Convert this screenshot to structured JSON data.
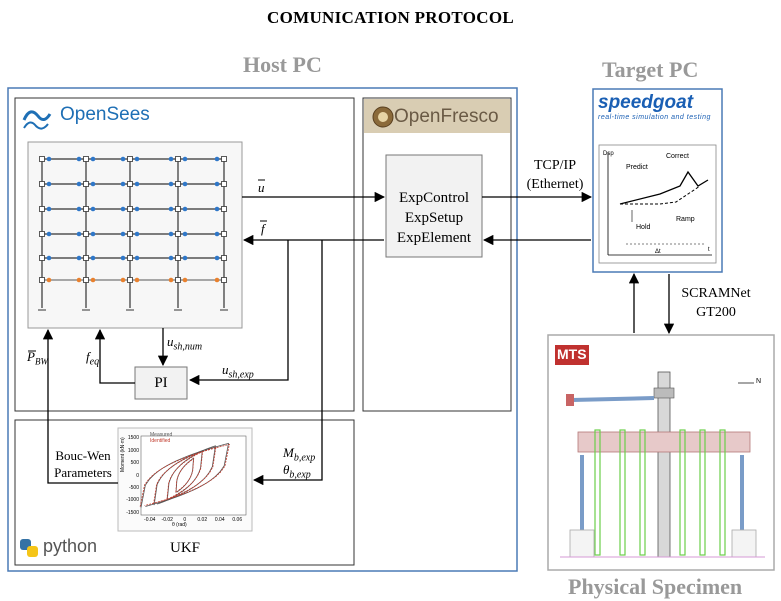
{
  "title": "COMUNICATION PROTOCOL",
  "sections": {
    "host_pc": "Host PC",
    "target_pc": "Target PC",
    "physical_specimen": "Physical Specimen"
  },
  "logos": {
    "opensees": "OpenSees",
    "openfresco": "OpenFresco",
    "speedgoat": "speedgoat",
    "speedgoat_tagline": "real-time simulation and testing",
    "mts": "MTS",
    "python": "python"
  },
  "expcontrol": {
    "line1": "ExpControl",
    "line2": "ExpSetup",
    "line3": "ExpElement"
  },
  "pi_label": "PI",
  "ukf_label": "UKF",
  "bouc_wen": {
    "line1": "Bouc-Wen",
    "line2": "Parameters"
  },
  "connections": {
    "tcpip_line1": "TCP/IP",
    "tcpip_line2": "(Ethernet)",
    "scramnet_line1": "SCRAMNet",
    "scramnet_line2": "GT200"
  },
  "signals": {
    "u_bar": "u",
    "f_bar": "f",
    "u_sh_num": "u",
    "u_sh_num_sub": "sh,num",
    "u_sh_exp": "u",
    "u_sh_exp_sub": "sh,exp",
    "f_eq": "f",
    "f_eq_sub": "eq",
    "p_bw": "P",
    "p_bw_sub": "BW",
    "m_b_exp": "M",
    "m_b_exp_sub": "b,exp",
    "theta_b_exp": "θ",
    "theta_b_exp_sub": "b,exp"
  },
  "target_plot": {
    "ylabel": "Dsp",
    "predict": "Predict",
    "correct": "Correct",
    "hold": "Hold",
    "ramp": "Ramp",
    "xlabel": "Δt",
    "x_end": "t"
  },
  "hysteresis_plot": {
    "ylabel": "Moment (kN·m)",
    "xlabel": "θ (rad)",
    "legend_measured": "Measured",
    "legend_identified": "Identified",
    "yticks": [
      "1500",
      "1000",
      "500",
      "0",
      "-500",
      "-1000",
      "-1500"
    ],
    "xticks": [
      "-0.04",
      "-0.02",
      "0",
      "0.02",
      "0.04",
      "0.06"
    ]
  },
  "specimen": {
    "north": "N"
  },
  "colors": {
    "host_border": "#4a7ab5",
    "opensees_blue": "#1e6fb5",
    "speedgoat_blue": "#1a5fb4",
    "mts_red": "#c0312f",
    "python_blue": "#3572a5",
    "python_yellow": "#f5c518",
    "node_blue": "#2f77c8",
    "node_orange": "#e9812e"
  }
}
